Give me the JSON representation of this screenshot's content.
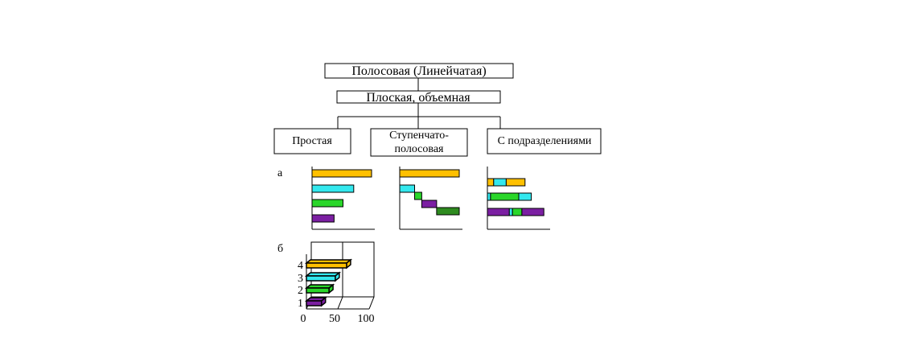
{
  "colors": {
    "yellow": "#FFC000",
    "cyan": "#33E8EE",
    "green": "#2AD62A",
    "purple": "#7B1FA2",
    "darkgreen": "#2E8B1F",
    "line": "#000000"
  },
  "tree": {
    "root_label": "Полосовая (Линейчатая)",
    "level2_label": "Плоская, объемная",
    "leaf_simple": "Простая",
    "leaf_step_line1": "Ступенчато-",
    "leaf_step_line2": "полосовая",
    "leaf_sub": "С подразделениями"
  },
  "section_labels": {
    "a": "а",
    "b": "б"
  },
  "chart_data": [
    {
      "type": "bar",
      "subtype": "horizontal",
      "variant": "simple",
      "values": [
        100,
        70,
        52,
        37
      ],
      "colors": [
        "yellow",
        "cyan",
        "green",
        "purple"
      ]
    },
    {
      "type": "bar",
      "subtype": "horizontal-stepped",
      "variant": "step",
      "segments": [
        {
          "start": 0,
          "end": 100,
          "color": "yellow"
        },
        {
          "start": 0,
          "end": 25,
          "color": "cyan"
        },
        {
          "start": 25,
          "end": 37,
          "color": "green"
        },
        {
          "start": 37,
          "end": 62,
          "color": "purple"
        },
        {
          "start": 62,
          "end": 100,
          "color": "darkgreen"
        }
      ]
    },
    {
      "type": "bar",
      "subtype": "horizontal-stacked",
      "variant": "subdivided",
      "rows": [
        [
          {
            "value": 10,
            "color": "yellow"
          },
          {
            "value": 20,
            "color": "cyan"
          },
          {
            "value": 30,
            "color": "yellow"
          }
        ],
        [
          {
            "value": 5,
            "color": "cyan"
          },
          {
            "value": 45,
            "color": "green"
          },
          {
            "value": 20,
            "color": "cyan"
          }
        ],
        [
          {
            "value": 35,
            "color": "purple"
          },
          {
            "value": 5,
            "color": "cyan"
          },
          {
            "value": 15,
            "color": "green"
          },
          {
            "value": 35,
            "color": "purple"
          }
        ]
      ]
    },
    {
      "type": "bar",
      "subtype": "horizontal-3d",
      "variant": "3d",
      "categories": [
        "1",
        "2",
        "3",
        "4"
      ],
      "values": [
        24,
        36,
        46,
        64
      ],
      "colors": [
        "purple",
        "green",
        "cyan",
        "yellow"
      ],
      "xlim": [
        0,
        100
      ],
      "xticks": [
        "0",
        "50",
        "100"
      ]
    }
  ]
}
